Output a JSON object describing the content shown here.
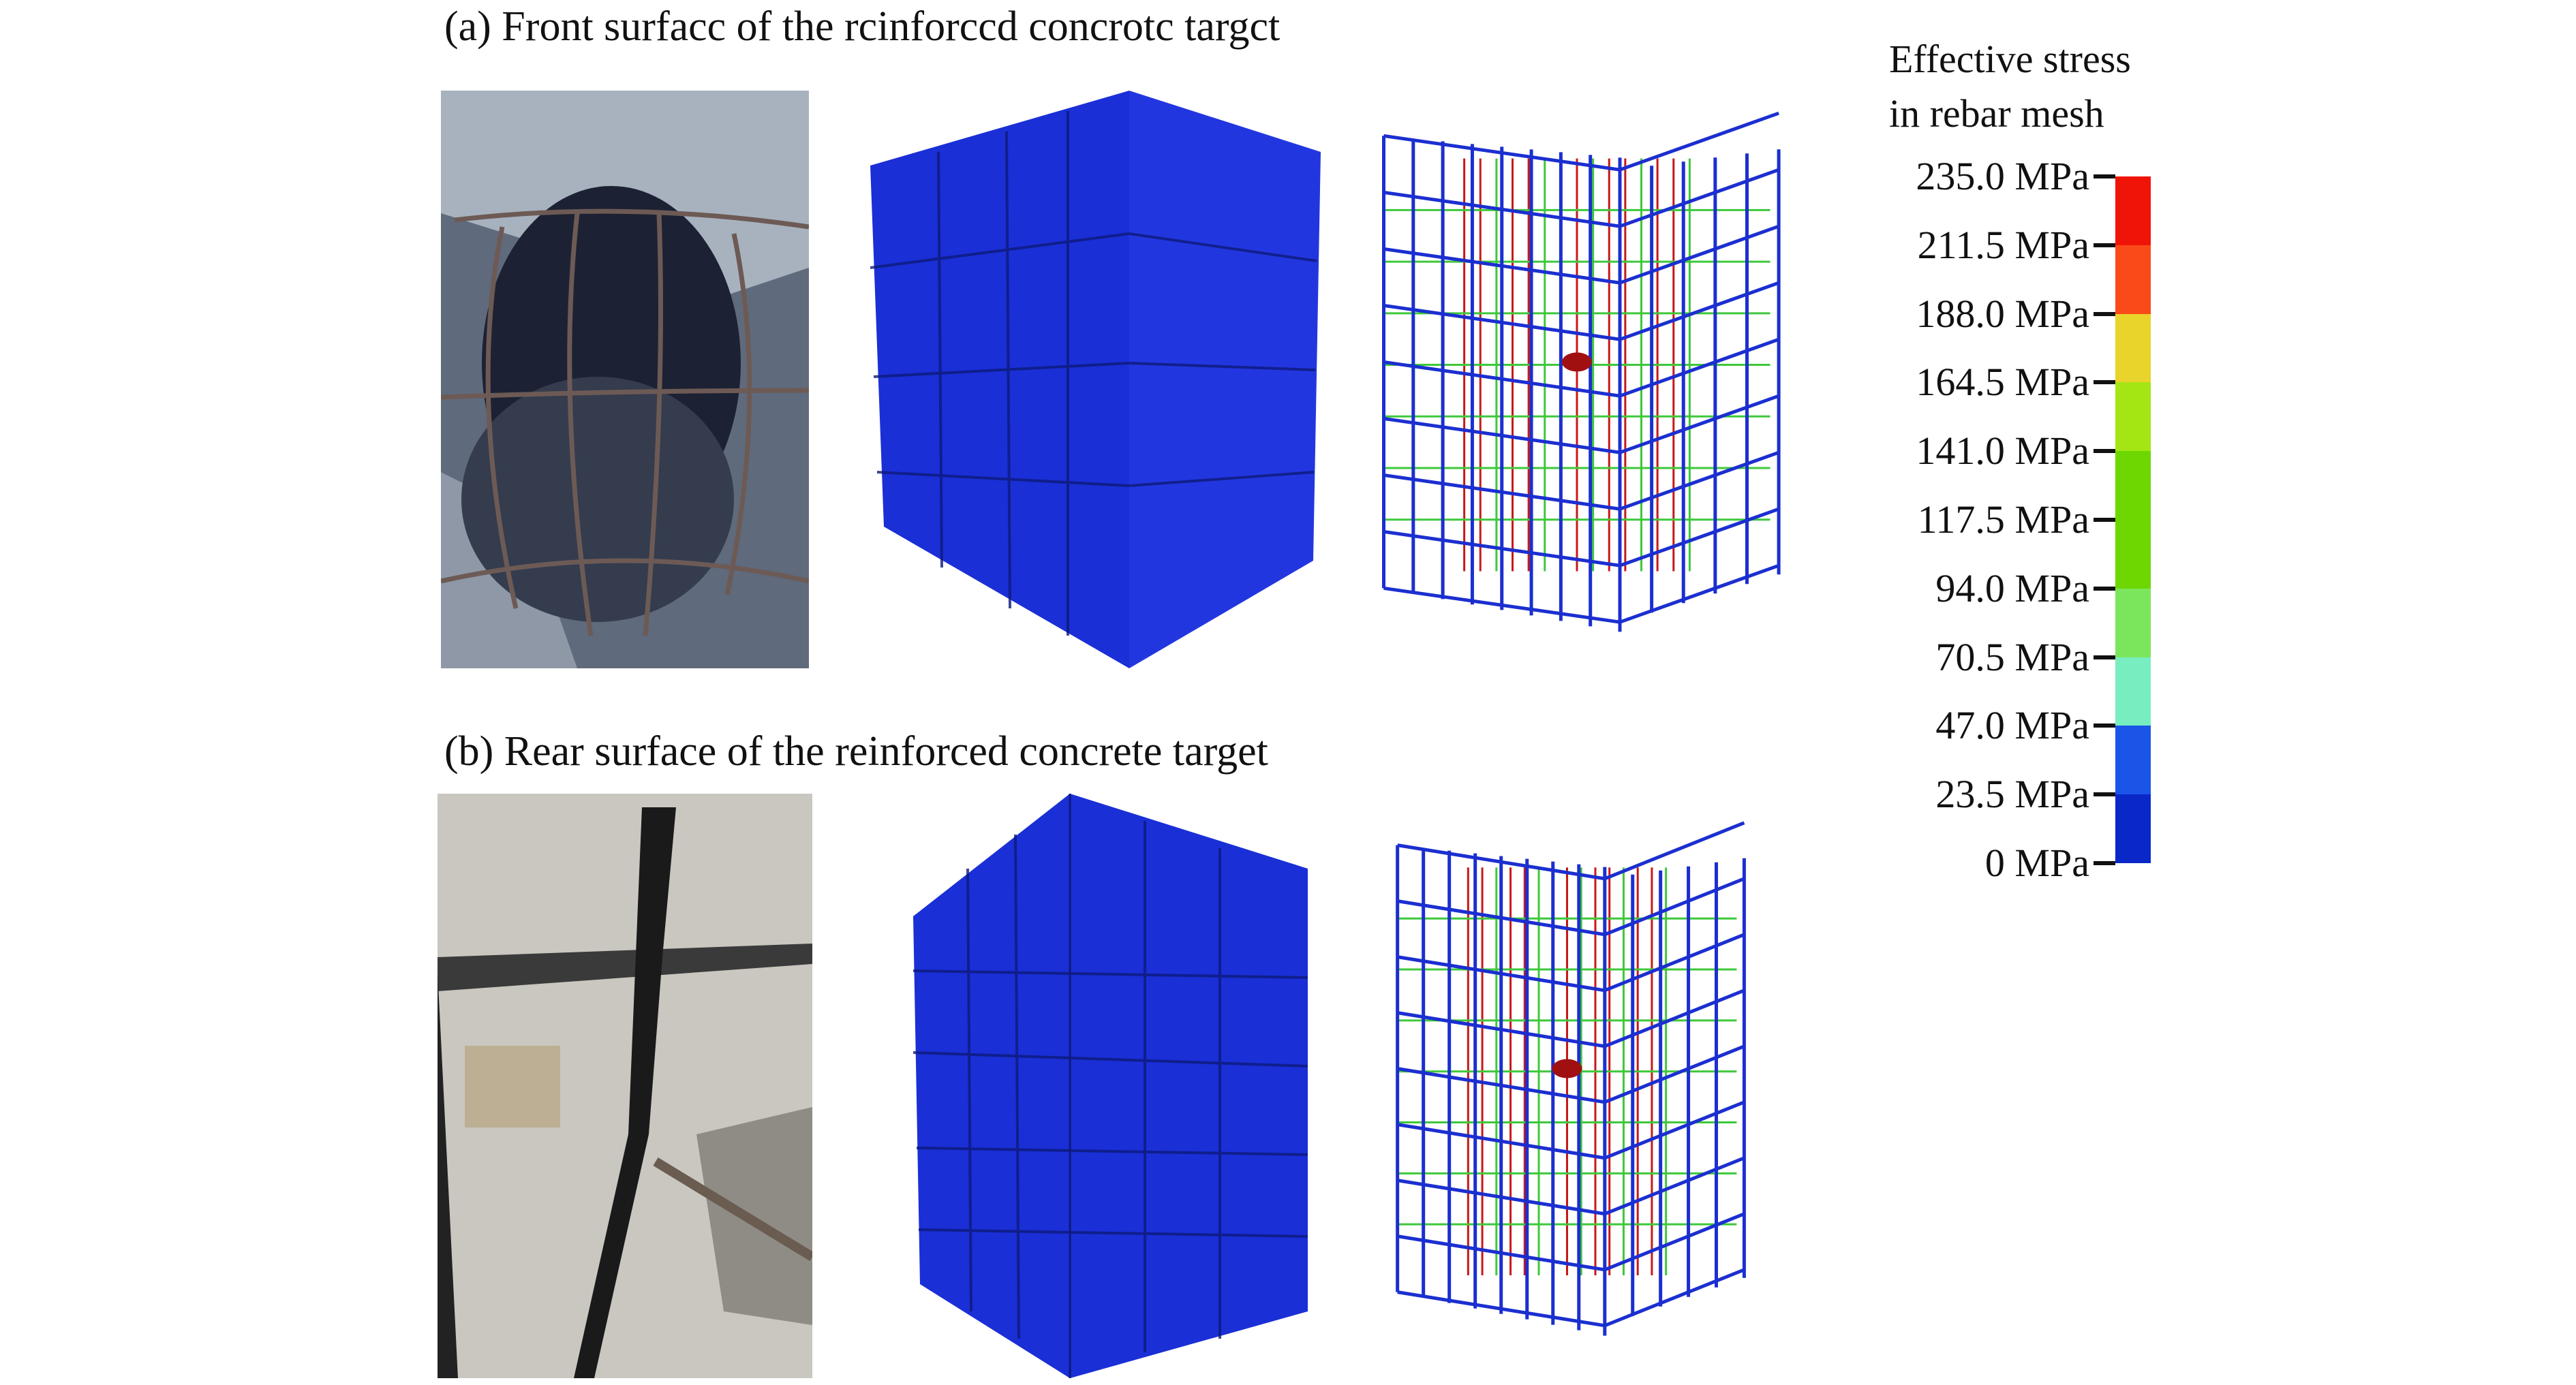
{
  "captions": {
    "a": "(a) Front surfacc of the rcinforccd concrotc targct",
    "b": "(b) Rear surface of the reinforced concrete target"
  },
  "legend": {
    "title_line1": "Effective stress",
    "title_line2": "in rebar mesh",
    "ticks": [
      "235.0 MPa",
      "211.5 MPa",
      "188.0 MPa",
      "164.5 MPa",
      "141.0 MPa",
      "117.5 MPa",
      "94.0 MPa",
      "70.5 MPa",
      "47.0 MPa",
      "23.5 MPa",
      "0 MPa"
    ],
    "band_colors": [
      "#f01408",
      "#fb4a1a",
      "#e8d42a",
      "#a4e614",
      "#6ed600",
      "#6ed600",
      "#7be65c",
      "#78eec0",
      "#1a55e8",
      "#0a28c8"
    ]
  },
  "colors": {
    "concrete_blue": "#1a2fd6",
    "rebar_blue": "#1b2fd0",
    "rebar_red": "#c81818",
    "rebar_green": "#3ec83a"
  }
}
